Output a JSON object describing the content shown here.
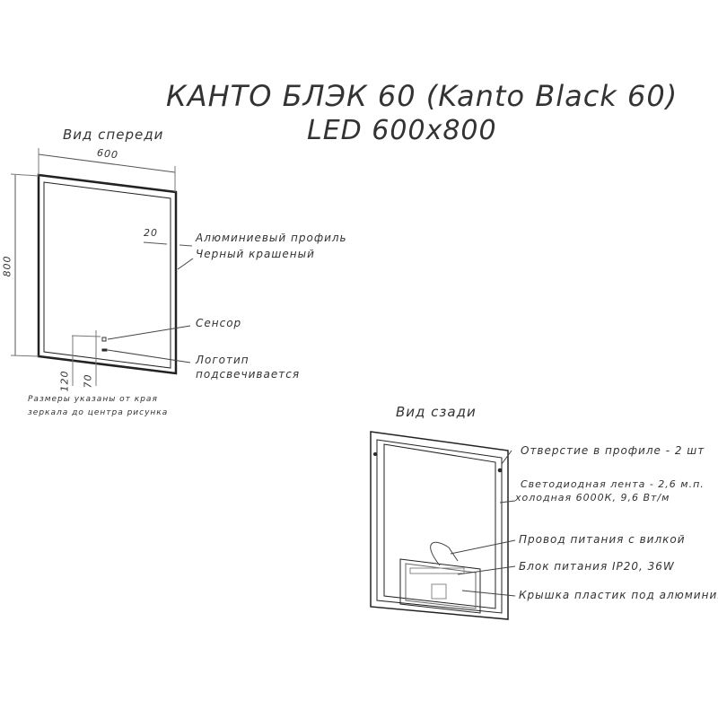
{
  "title": {
    "line1": "КАНТО БЛЭК 60 (Kanto Black 60)",
    "line2": "LED 600x800"
  },
  "front_view": {
    "heading": "Вид спереди",
    "width_dim": "600",
    "height_dim": "800",
    "profile_dim": "20",
    "sensor_offset_dim": "120",
    "logo_offset_dim": "70",
    "labels": {
      "profile_line1": "Алюминиевый профиль",
      "profile_line2": "Черный крашеный",
      "sensor": "Сенсор",
      "logo_line1": "Логотип",
      "logo_line2": "подсвечивается"
    },
    "note_line1": "Размеры указаны от края",
    "note_line2": "зеркала до центра рисунка"
  },
  "back_view": {
    "heading": "Вид сзади",
    "labels": {
      "holes": "Отверстие в профиле - 2 шт",
      "led_line1": "Светодиодная лента - 2,6 м.п.",
      "led_line2": "холодная 6000К, 9,6 Вт/м",
      "cable": "Провод питания с вилкой",
      "psu": "Блок питания IP20, 36W",
      "cover": "Крышка пластик под алюминий"
    }
  }
}
